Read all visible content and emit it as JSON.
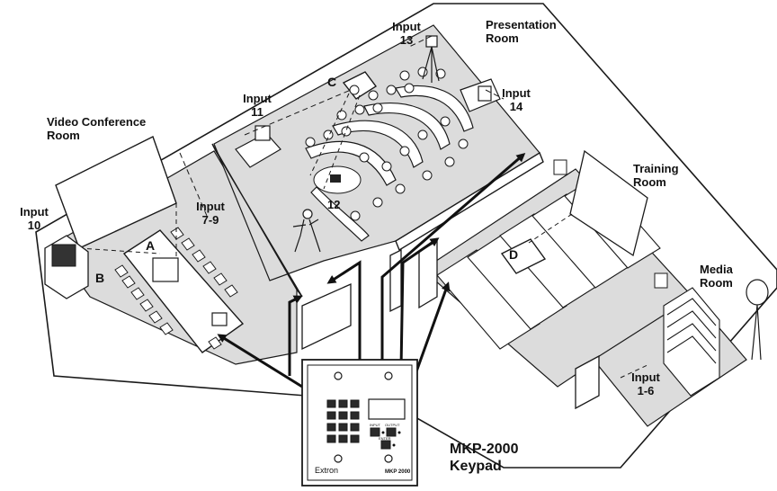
{
  "rooms": {
    "video_conference": [
      "Video Conference",
      "Room"
    ],
    "presentation": [
      "Presentation",
      "Room"
    ],
    "training": [
      "Training",
      "Room"
    ],
    "media": [
      "Media",
      "Room"
    ]
  },
  "inputs": {
    "input_10": [
      "Input",
      "10"
    ],
    "input_11": [
      "Input",
      "11"
    ],
    "input_13": [
      "Input",
      "13"
    ],
    "input_14": [
      "Input",
      "14"
    ],
    "input_7_9": [
      "Input",
      "7-9"
    ],
    "input_12": "12",
    "input_1_6": [
      "Input",
      "1-6"
    ]
  },
  "markers": {
    "a": "A",
    "b": "B",
    "c": "C",
    "d": "D"
  },
  "keypad": {
    "brand": "Extron",
    "model_plate": "MKP 2000",
    "button_input": "INPUT",
    "button_output": "OUTPUT",
    "button_enter": "ENTER",
    "caption": [
      "MKP-2000",
      "Keypad"
    ]
  },
  "colors": {
    "floor": "#dcdcdc",
    "wall": "#ffffff",
    "line": "#1a1a1a",
    "key": "#2a2a2a"
  }
}
